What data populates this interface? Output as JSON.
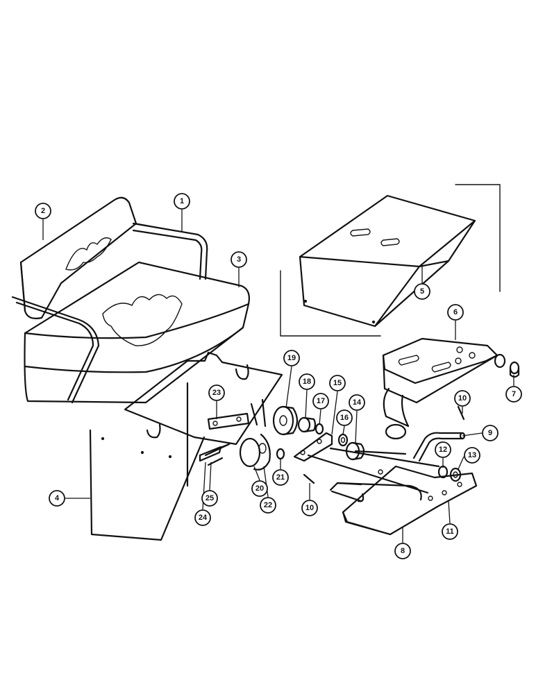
{
  "diagram": {
    "callouts": [
      {
        "id": "c1",
        "label": "1"
      },
      {
        "id": "c2",
        "label": "2"
      },
      {
        "id": "c3",
        "label": "3"
      },
      {
        "id": "c4",
        "label": "4"
      },
      {
        "id": "c5",
        "label": "5"
      },
      {
        "id": "c6",
        "label": "6"
      },
      {
        "id": "c7",
        "label": "7"
      },
      {
        "id": "c8",
        "label": "8"
      },
      {
        "id": "c9",
        "label": "9"
      },
      {
        "id": "c10a",
        "label": "10"
      },
      {
        "id": "c10b",
        "label": "10"
      },
      {
        "id": "c11",
        "label": "11"
      },
      {
        "id": "c12",
        "label": "12"
      },
      {
        "id": "c13",
        "label": "13"
      },
      {
        "id": "c14",
        "label": "14"
      },
      {
        "id": "c15",
        "label": "15"
      },
      {
        "id": "c16",
        "label": "16"
      },
      {
        "id": "c17",
        "label": "17"
      },
      {
        "id": "c18",
        "label": "18"
      },
      {
        "id": "c19",
        "label": "19"
      },
      {
        "id": "c20",
        "label": "20"
      },
      {
        "id": "c21",
        "label": "21"
      },
      {
        "id": "c22",
        "label": "22"
      },
      {
        "id": "c23",
        "label": "23"
      },
      {
        "id": "c24",
        "label": "24"
      },
      {
        "id": "c25",
        "label": "25"
      }
    ]
  }
}
